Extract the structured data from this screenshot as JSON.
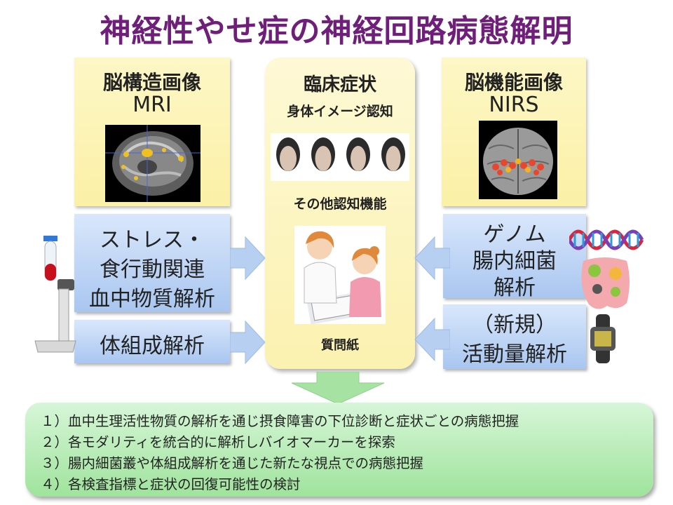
{
  "title": "神経性やせ症の神経回路病態解明",
  "left_panel": {
    "title": "脳構造画像",
    "subtitle": "MRI"
  },
  "center_panel": {
    "title": "臨床症状",
    "item1": "身体イメージ認知",
    "item2": "その他認知機能",
    "item3": "質問紙"
  },
  "right_panel": {
    "title": "脳機能画像",
    "subtitle": "NIRS"
  },
  "left_box1": {
    "lines": [
      "ストレス・",
      "食行動関連",
      "血中物質解析"
    ]
  },
  "left_box2": {
    "label": "体組成解析"
  },
  "right_box1": {
    "lines": [
      "ゲノム",
      "腸内細菌",
      "解析"
    ]
  },
  "right_box2": {
    "lines": [
      "（新規）",
      "活動量解析"
    ]
  },
  "results": [
    "１）血中生理活性物質の解析を通じ摂食障害の下位診断と症状ごとの病態把握",
    "２）各モダリティを統合的に解析しバイオマーカーを探索",
    "３）腸内細菌叢や体組成解析を通じた新たな視点での病態把握",
    "４）各検査指標と症状の回復可能性の検討"
  ],
  "colors": {
    "title": "#6f1e7a",
    "yellow_panel": "#fbf0a6",
    "blue_box": "#a9c6f0",
    "result_box": "#9fe39c"
  }
}
